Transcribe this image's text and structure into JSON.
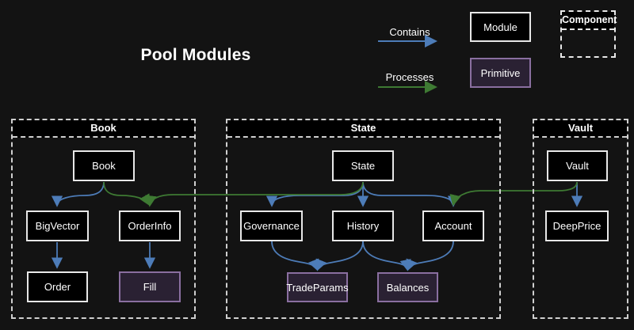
{
  "title": "Pool Modules",
  "colors": {
    "background": "#131313",
    "contains_arrow": "#4d7cb8",
    "processes_arrow": "#3e7a33",
    "module_fill": "#000000",
    "module_border": "#e8e8e8",
    "primitive_fill": "#2a2133",
    "primitive_border": "#8a6fa0",
    "container_dash": "#cfcfcf"
  },
  "legend": {
    "contains_label": "Contains",
    "processes_label": "Processes",
    "module_label": "Module",
    "primitive_label": "Primitive",
    "component_label": "Component"
  },
  "containers": {
    "book": {
      "label": "Book"
    },
    "state": {
      "label": "State"
    },
    "vault": {
      "label": "Vault"
    }
  },
  "nodes": {
    "book": {
      "label": "Book",
      "type": "module"
    },
    "bigvector": {
      "label": "BigVector",
      "type": "module"
    },
    "orderinfo": {
      "label": "OrderInfo",
      "type": "module"
    },
    "order": {
      "label": "Order",
      "type": "module"
    },
    "fill": {
      "label": "Fill",
      "type": "primitive"
    },
    "state": {
      "label": "State",
      "type": "module"
    },
    "governance": {
      "label": "Governance",
      "type": "module"
    },
    "history": {
      "label": "History",
      "type": "module"
    },
    "account": {
      "label": "Account",
      "type": "module"
    },
    "tradeparams": {
      "label": "TradeParams",
      "type": "primitive"
    },
    "balances": {
      "label": "Balances",
      "type": "primitive"
    },
    "vault": {
      "label": "Vault",
      "type": "module"
    },
    "deepprice": {
      "label": "DeepPrice",
      "type": "module"
    }
  },
  "edges": [
    {
      "from": "Book",
      "to": "BigVector",
      "type": "contains"
    },
    {
      "from": "Book",
      "to": "OrderInfo",
      "type": "processes"
    },
    {
      "from": "State",
      "to": "OrderInfo",
      "type": "processes"
    },
    {
      "from": "BigVector",
      "to": "Order",
      "type": "contains"
    },
    {
      "from": "OrderInfo",
      "to": "Fill",
      "type": "contains"
    },
    {
      "from": "State",
      "to": "Governance",
      "type": "contains"
    },
    {
      "from": "State",
      "to": "History",
      "type": "contains"
    },
    {
      "from": "State",
      "to": "Account",
      "type": "contains"
    },
    {
      "from": "Governance",
      "to": "TradeParams",
      "type": "contains"
    },
    {
      "from": "History",
      "to": "TradeParams",
      "type": "contains"
    },
    {
      "from": "History",
      "to": "Balances",
      "type": "contains"
    },
    {
      "from": "Account",
      "to": "Balances",
      "type": "contains"
    },
    {
      "from": "Vault",
      "to": "Account",
      "type": "processes"
    },
    {
      "from": "Vault",
      "to": "DeepPrice",
      "type": "contains"
    }
  ]
}
